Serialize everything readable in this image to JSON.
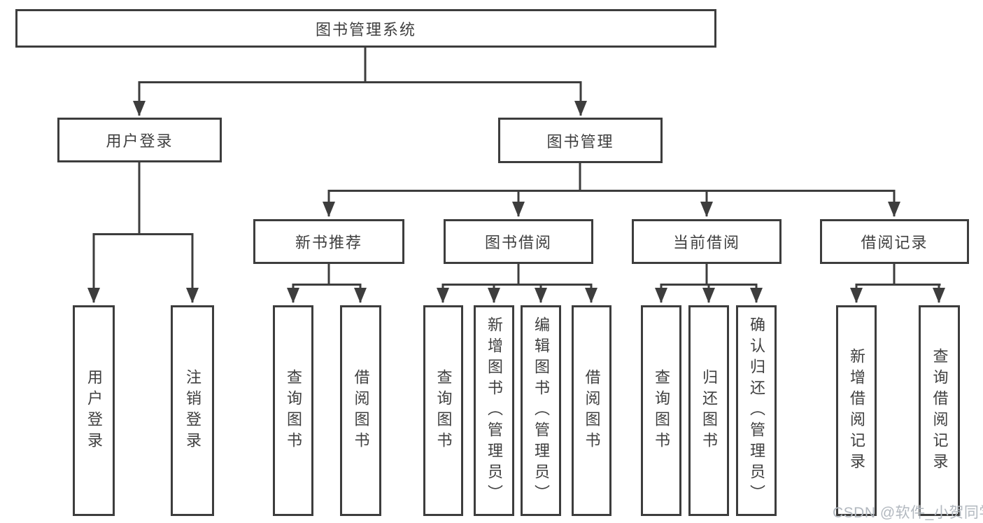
{
  "diagram_title": "图书管理系统",
  "tree": {
    "label": "图书管理系统",
    "children": [
      {
        "label": "用户登录",
        "children": [
          {
            "label": "用户登录"
          },
          {
            "label": "注销登录"
          }
        ]
      },
      {
        "label": "图书管理",
        "children": [
          {
            "label": "新书推荐",
            "children": [
              {
                "label": "查询图书"
              },
              {
                "label": "借阅图书"
              }
            ]
          },
          {
            "label": "图书借阅",
            "children": [
              {
                "label": "查询图书"
              },
              {
                "label": "新增图书（管理员）"
              },
              {
                "label": "编辑图书（管理员）"
              },
              {
                "label": "借阅图书"
              }
            ]
          },
          {
            "label": "当前借阅",
            "children": [
              {
                "label": "查询图书"
              },
              {
                "label": "归还图书"
              },
              {
                "label": "确认归还（管理员）"
              }
            ]
          },
          {
            "label": "借阅记录",
            "children": [
              {
                "label": "新增借阅记录"
              },
              {
                "label": "查询借阅记录"
              }
            ]
          }
        ]
      }
    ]
  },
  "watermark": "CSDN @软件_小贺同学",
  "colors": {
    "line": "#3d3d3d",
    "box_border": "#3d3d3d",
    "box_background": "#ffffff",
    "text": "#3f3f3f",
    "watermark": "#b2b8bf"
  }
}
